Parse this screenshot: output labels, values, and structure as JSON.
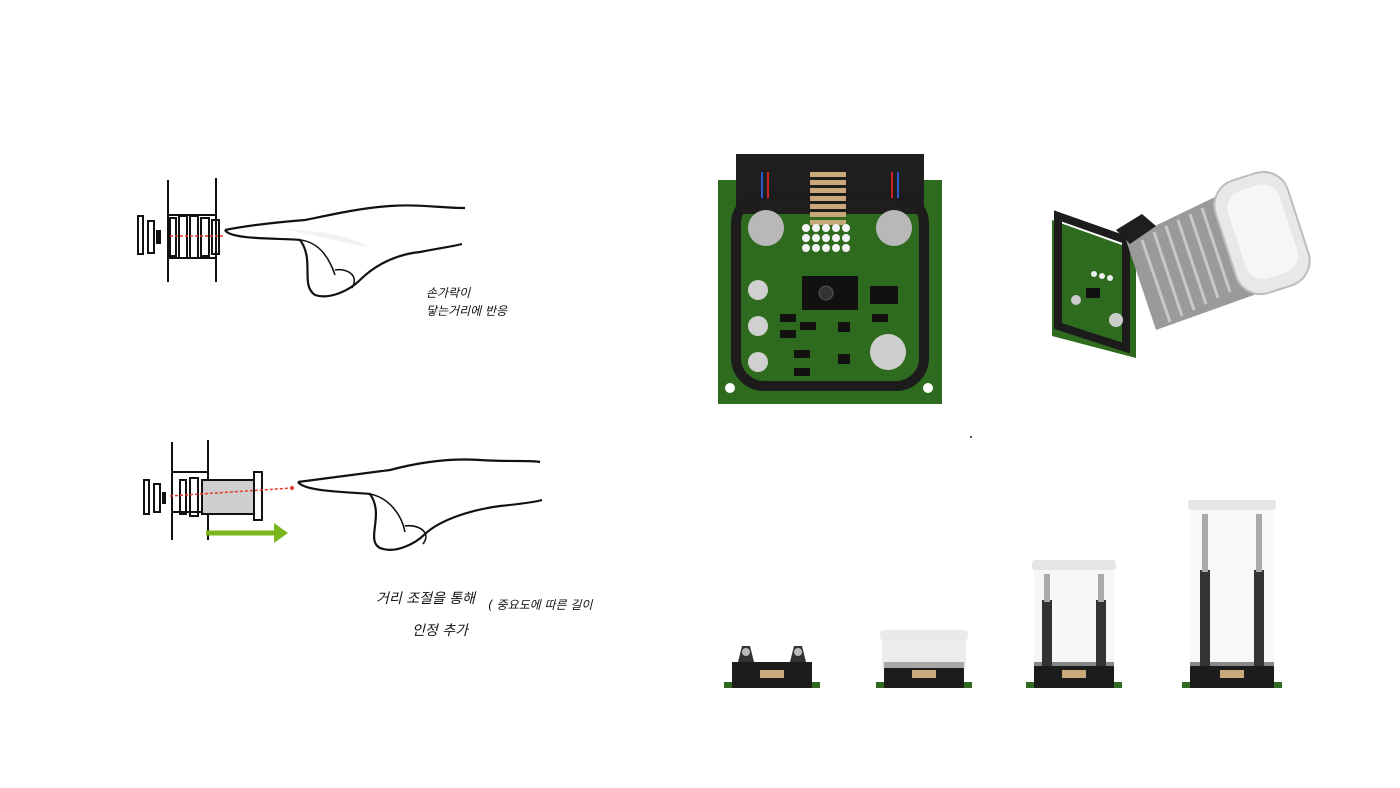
{
  "sketch_top": {
    "note_line1": "손가락이",
    "note_line2": "닿는거리에 반응"
  },
  "sketch_bottom": {
    "note_line1": "거리 조절을 통해",
    "note_line2": "인정 추가",
    "note_side": "( 중요도에 따른 길이"
  },
  "colors": {
    "pcb_green": "#2e6b1f",
    "arrow_green": "#7ab51d",
    "laser_red": "#e23b2a",
    "housing_black": "#222222"
  }
}
